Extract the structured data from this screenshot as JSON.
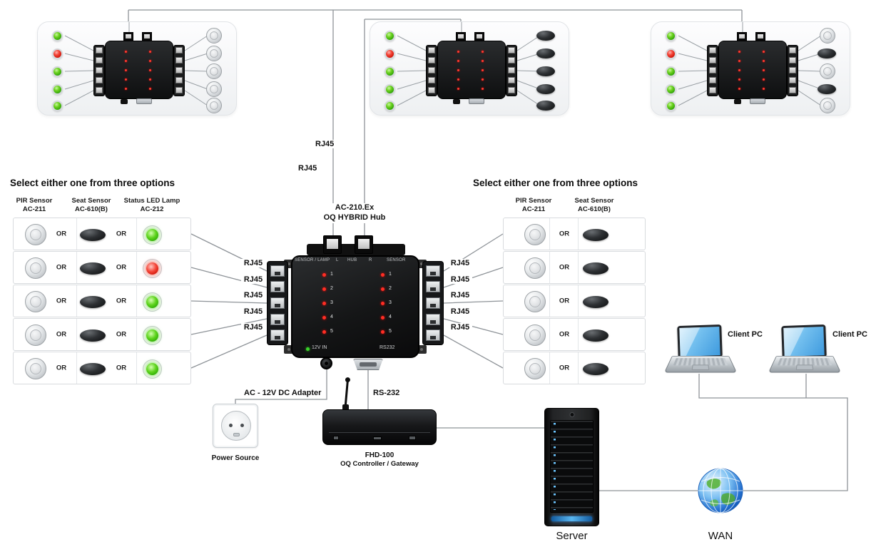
{
  "wires": {
    "rj45_label": "RJ45"
  },
  "hub": {
    "title_line1": "AC-210.Ex",
    "title_line2": "OQ HYBRID Hub",
    "panel_labels": {
      "sensor_lamp": "SENSOR / LAMP",
      "l": "L",
      "hub": "HUB",
      "r": "R",
      "sensor": "SENSOR"
    },
    "channels": [
      "1",
      "2",
      "3",
      "4",
      "5"
    ],
    "power_label": "12V IN",
    "serial_label": "RS232"
  },
  "left_options": {
    "title": "Select either one from three options",
    "or_label": "OR",
    "columns": [
      {
        "name": "PIR Sensor",
        "model": "AC-211"
      },
      {
        "name": "Seat Sensor",
        "model": "AC-610(B)"
      },
      {
        "name": "Status LED Lamp",
        "model": "AC-212"
      }
    ],
    "rows": [
      {
        "lamp": "green"
      },
      {
        "lamp": "red"
      },
      {
        "lamp": "green"
      },
      {
        "lamp": "green"
      },
      {
        "lamp": "green"
      }
    ]
  },
  "right_options": {
    "title": "Select either one from three options",
    "or_label": "OR",
    "columns": [
      {
        "name": "PIR Sensor",
        "model": "AC-211"
      },
      {
        "name": "Seat Sensor",
        "model": "AC-610(B)"
      }
    ],
    "row_count": 5
  },
  "room_panels": [
    {
      "leds": [
        "green",
        "red",
        "green",
        "green",
        "green"
      ],
      "devices": [
        "pir",
        "pir",
        "pir",
        "pir",
        "pir"
      ]
    },
    {
      "leds": [
        "green",
        "red",
        "green",
        "green",
        "green"
      ],
      "devices": [
        "seat",
        "seat",
        "seat",
        "seat",
        "seat"
      ]
    },
    {
      "leds": [
        "green",
        "red",
        "green",
        "green",
        "green"
      ],
      "devices": [
        "pir",
        "seat",
        "pir",
        "seat",
        "pir"
      ]
    }
  ],
  "power": {
    "adapter_label": "AC - 12V DC Adapter",
    "source_label": "Power Source"
  },
  "serial": {
    "label": "RS-232"
  },
  "gateway": {
    "name": "FHD-100",
    "description": "OQ Controller / Gateway"
  },
  "server": {
    "label": "Server"
  },
  "wan": {
    "label": "WAN"
  },
  "clients": [
    {
      "label": "Client PC"
    },
    {
      "label": "Client PC"
    }
  ],
  "status_colors": {
    "green": "#2fa307",
    "red": "#d01307",
    "channel_led_red": "#ff2e24",
    "server_led_blue": "#59b6f0"
  }
}
